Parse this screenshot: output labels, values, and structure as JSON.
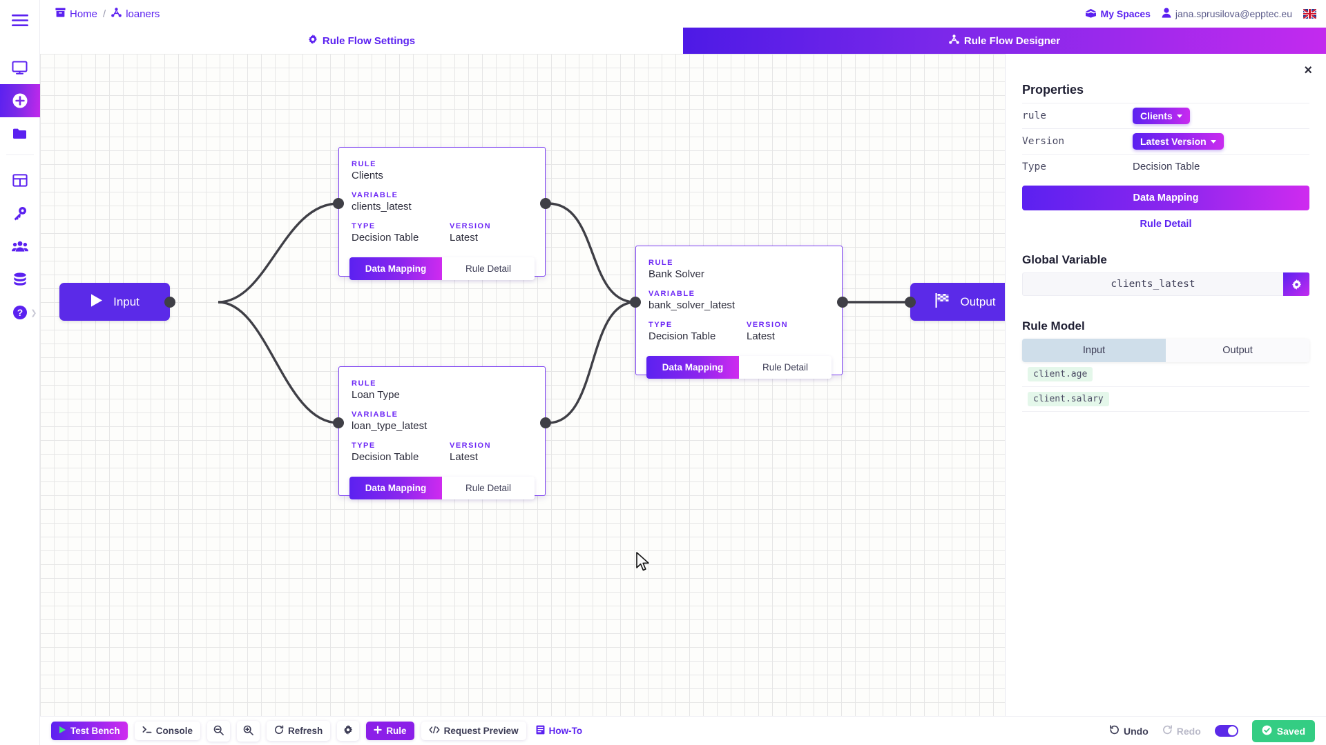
{
  "sidebar": {
    "items": [
      {
        "name": "menu-toggle",
        "icon": "hamburger-icon",
        "active": false
      },
      {
        "name": "dashboard",
        "icon": "monitor-icon",
        "active": false
      },
      {
        "name": "create",
        "icon": "plus-circle-icon",
        "active": true
      },
      {
        "name": "projects",
        "icon": "folder-icon",
        "active": false
      },
      {
        "name": "tables",
        "icon": "table-grid-icon",
        "active": false
      },
      {
        "name": "keys",
        "icon": "key-icon",
        "active": false
      },
      {
        "name": "users",
        "icon": "users-icon",
        "active": false
      },
      {
        "name": "database",
        "icon": "database-icon",
        "active": false
      },
      {
        "name": "help",
        "icon": "question-circle-icon",
        "active": false
      }
    ]
  },
  "topbar": {
    "breadcrumb": [
      {
        "label": "Home",
        "icon": "archive-box-icon"
      },
      {
        "label": "loaners",
        "icon": "rule-flow-icon"
      }
    ],
    "separator": "/",
    "my_spaces": "My Spaces",
    "user_email": "jana.sprusilova@epptec.eu",
    "language_flag": "uk-flag-icon"
  },
  "tabs": [
    {
      "label": "Rule Flow Settings",
      "icon": "gear-icon",
      "active": false
    },
    {
      "label": "Rule Flow Designer",
      "icon": "rule-flow-icon",
      "active": true
    }
  ],
  "canvas": {
    "input_node": {
      "label": "Input",
      "icon": "play-icon"
    },
    "output_node": {
      "label": "Output",
      "icon": "checkered-flag-icon"
    },
    "field_labels": {
      "rule": "RULE",
      "variable": "VARIABLE",
      "type": "TYPE",
      "version": "VERSION"
    },
    "buttons": {
      "data_mapping": "Data Mapping",
      "rule_detail": "Rule Detail"
    },
    "nodes": [
      {
        "id": "clients",
        "rule": "Clients",
        "variable": "clients_latest",
        "type": "Decision Table",
        "version": "Latest"
      },
      {
        "id": "loan-type",
        "rule": "Loan Type",
        "variable": "loan_type_latest",
        "type": "Decision Table",
        "version": "Latest"
      },
      {
        "id": "bank-solver",
        "rule": "Bank Solver",
        "variable": "bank_solver_latest",
        "type": "Decision Table",
        "version": "Latest"
      }
    ]
  },
  "properties": {
    "title": "Properties",
    "close_label": "×",
    "rule_key": "rule",
    "rule_value": "Clients",
    "version_key": "Version",
    "version_value": "Latest Version",
    "type_key": "Type",
    "type_value": "Decision Table",
    "data_mapping_label": "Data Mapping",
    "rule_detail_label": "Rule Detail",
    "global_variable_title": "Global Variable",
    "global_variable_value": "clients_latest",
    "global_variable_gear": "gear-icon",
    "rule_model_title": "Rule Model",
    "model_tabs": [
      {
        "label": "Input",
        "active": true
      },
      {
        "label": "Output",
        "active": false
      }
    ],
    "model_fields": [
      "client.age",
      "client.salary"
    ]
  },
  "bottom": {
    "buttons": [
      {
        "label": "Test Bench",
        "icon": "play-icon",
        "style": "grad"
      },
      {
        "label": "Console",
        "icon": "terminal-icon",
        "style": "plain"
      },
      {
        "label": "",
        "icon": "zoom-out-icon",
        "style": "icon"
      },
      {
        "label": "",
        "icon": "zoom-in-icon",
        "style": "icon"
      },
      {
        "label": "Refresh",
        "icon": "refresh-icon",
        "style": "plain"
      },
      {
        "label": "",
        "icon": "gear-icon",
        "style": "icon"
      },
      {
        "label": "Rule",
        "icon": "plus-icon",
        "style": "solid"
      },
      {
        "label": "Request Preview",
        "icon": "code-icon",
        "style": "plain"
      },
      {
        "label": "How-To",
        "icon": "book-icon",
        "style": "flat"
      }
    ],
    "undo_label": "Undo",
    "redo_label": "Redo",
    "saved_label": "Saved",
    "toggle_on": true
  },
  "colors": {
    "primary": "#5b21f0",
    "accent": "#c32bef",
    "success": "#34cd83",
    "port": "#3f3f46",
    "edge": "#3f3f46"
  }
}
